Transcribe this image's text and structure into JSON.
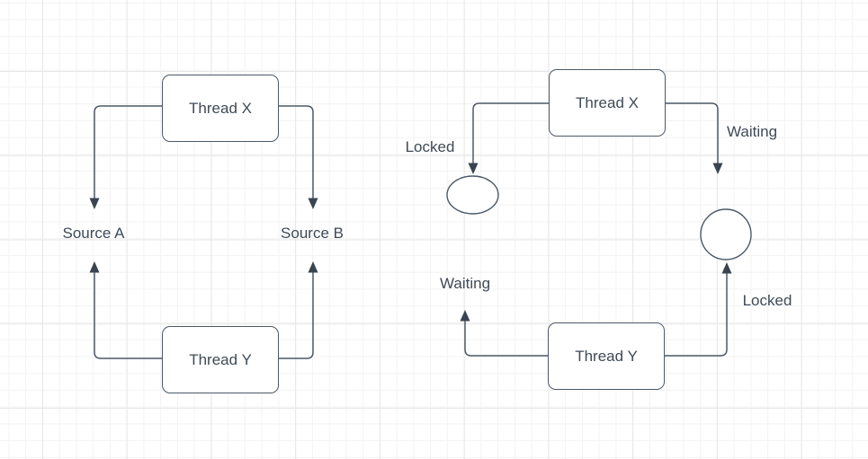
{
  "left_diagram": {
    "thread_x_label": "Thread X",
    "thread_y_label": "Thread Y",
    "source_a_label": "Source A",
    "source_b_label": "Source B"
  },
  "right_diagram": {
    "thread_x_label": "Thread X",
    "thread_y_label": "Thread Y",
    "edge_label_locked_x": "Locked",
    "edge_label_waiting_x": "Waiting",
    "edge_label_waiting_y": "Waiting",
    "edge_label_locked_y": "Locked"
  },
  "colors": {
    "stroke": "#4d5966",
    "arrowhead": "#3a4450",
    "text": "#3f4a56",
    "grid_minor": "#f3f3f4",
    "grid_major": "#e7e7e9",
    "background": "#ffffff"
  }
}
